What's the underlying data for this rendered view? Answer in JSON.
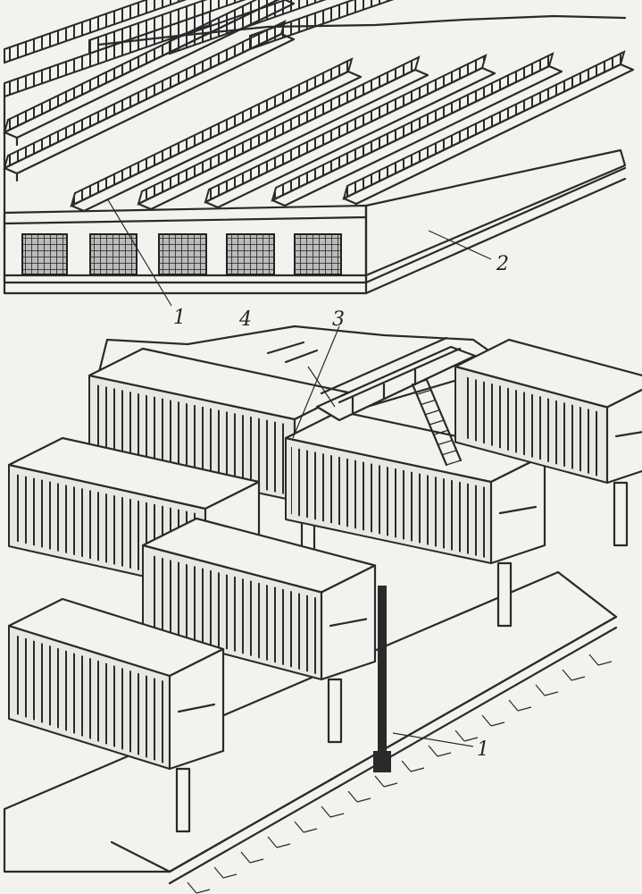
{
  "labels": {
    "top_1": "1",
    "top_2": "2",
    "bottom_4": "4",
    "bottom_3": "3",
    "bottom_1": "1"
  },
  "colors": {
    "ink": "#2a2a2a",
    "paper": "#f4f2ee"
  }
}
